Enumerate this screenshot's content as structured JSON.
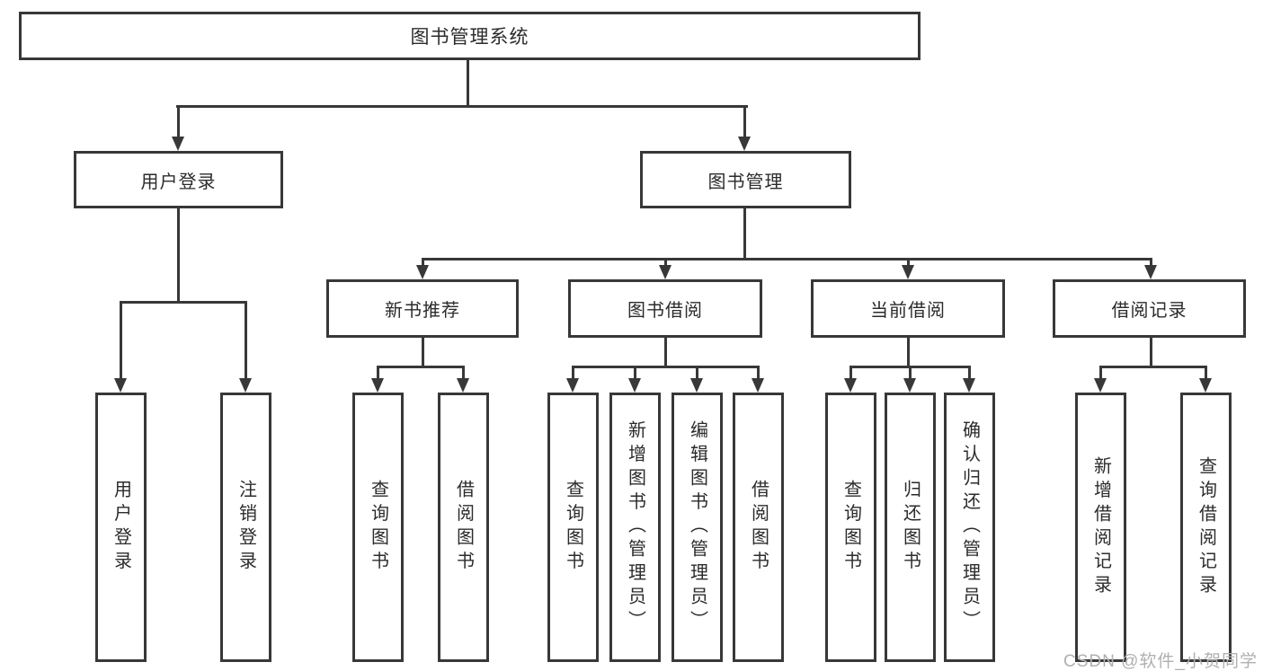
{
  "diagram": {
    "type": "tree",
    "root": {
      "label": "图书管理系统"
    },
    "level2": [
      {
        "label": "用户登录"
      },
      {
        "label": "图书管理"
      }
    ],
    "level3": [
      {
        "label": "新书推荐",
        "parent": "图书管理"
      },
      {
        "label": "图书借阅",
        "parent": "图书管理"
      },
      {
        "label": "当前借阅",
        "parent": "图书管理"
      },
      {
        "label": "借阅记录",
        "parent": "图书管理"
      }
    ],
    "leaves": [
      {
        "label": "用户登录",
        "parent": "用户登录"
      },
      {
        "label": "注销登录",
        "parent": "用户登录"
      },
      {
        "label": "查询图书",
        "parent": "新书推荐"
      },
      {
        "label": "借阅图书",
        "parent": "新书推荐"
      },
      {
        "label": "查询图书",
        "parent": "图书借阅"
      },
      {
        "label": "新增图书（管理员）",
        "parent": "图书借阅"
      },
      {
        "label": "编辑图书（管理员）",
        "parent": "图书借阅"
      },
      {
        "label": "借阅图书",
        "parent": "图书借阅"
      },
      {
        "label": "查询图书",
        "parent": "当前借阅"
      },
      {
        "label": "归还图书",
        "parent": "当前借阅"
      },
      {
        "label": "确认归还（管理员）",
        "parent": "当前借阅"
      },
      {
        "label": "新增借阅记录",
        "parent": "借阅记录"
      },
      {
        "label": "查询借阅记录",
        "parent": "借阅记录"
      }
    ],
    "colors": {
      "line": "#383838",
      "text": "#2b2b2b",
      "background": "#ffffff",
      "watermark": "#b0b0b0"
    }
  },
  "watermark": {
    "text": "CSDN @软件_小贺同学"
  }
}
